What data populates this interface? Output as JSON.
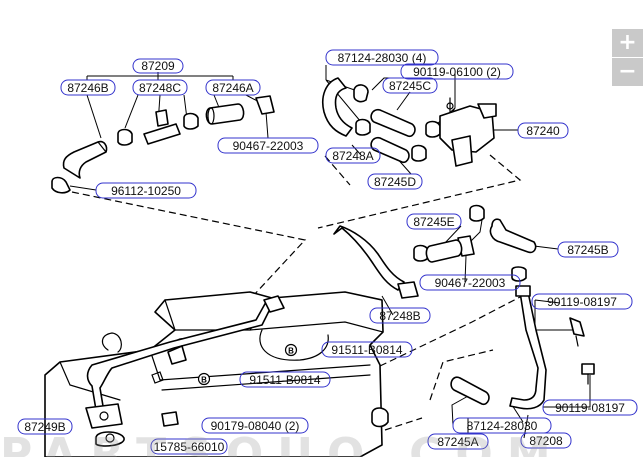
{
  "labels": {
    "p87209": "87209",
    "p87246B": "87246B",
    "p87248C": "87248C",
    "p87246A": "87246A",
    "p90467a": "90467-22003",
    "p96112": "96112-10250",
    "p87124a": "87124-28030 (4)",
    "p90119a": "90119-06100 (2)",
    "p87245C": "87245C",
    "p87240": "87240",
    "p87248A": "87248A",
    "p87245D": "87245D",
    "p87245E": "87245E",
    "p87245B": "87245B",
    "p90467b": "90467-22003",
    "p87248B": "87248B",
    "p90119b": "90119-08197",
    "p91511a": "91511-B0814",
    "p91511b": "91511-B0814",
    "p87249B": "87249B",
    "p90179": "90179-08040 (2)",
    "p15785": "15785-66010",
    "p90119c": "90119-08197",
    "p87124b": "87124-28030",
    "p87245A": "87245A",
    "p87208": "87208"
  },
  "zoom": {
    "in": "+",
    "out": "−"
  },
  "watermark": "PARTSOUQ.COM",
  "colors": {
    "label_outline": "#3333cc",
    "line": "#000000",
    "zoom_bg": "#c9c9c9"
  }
}
